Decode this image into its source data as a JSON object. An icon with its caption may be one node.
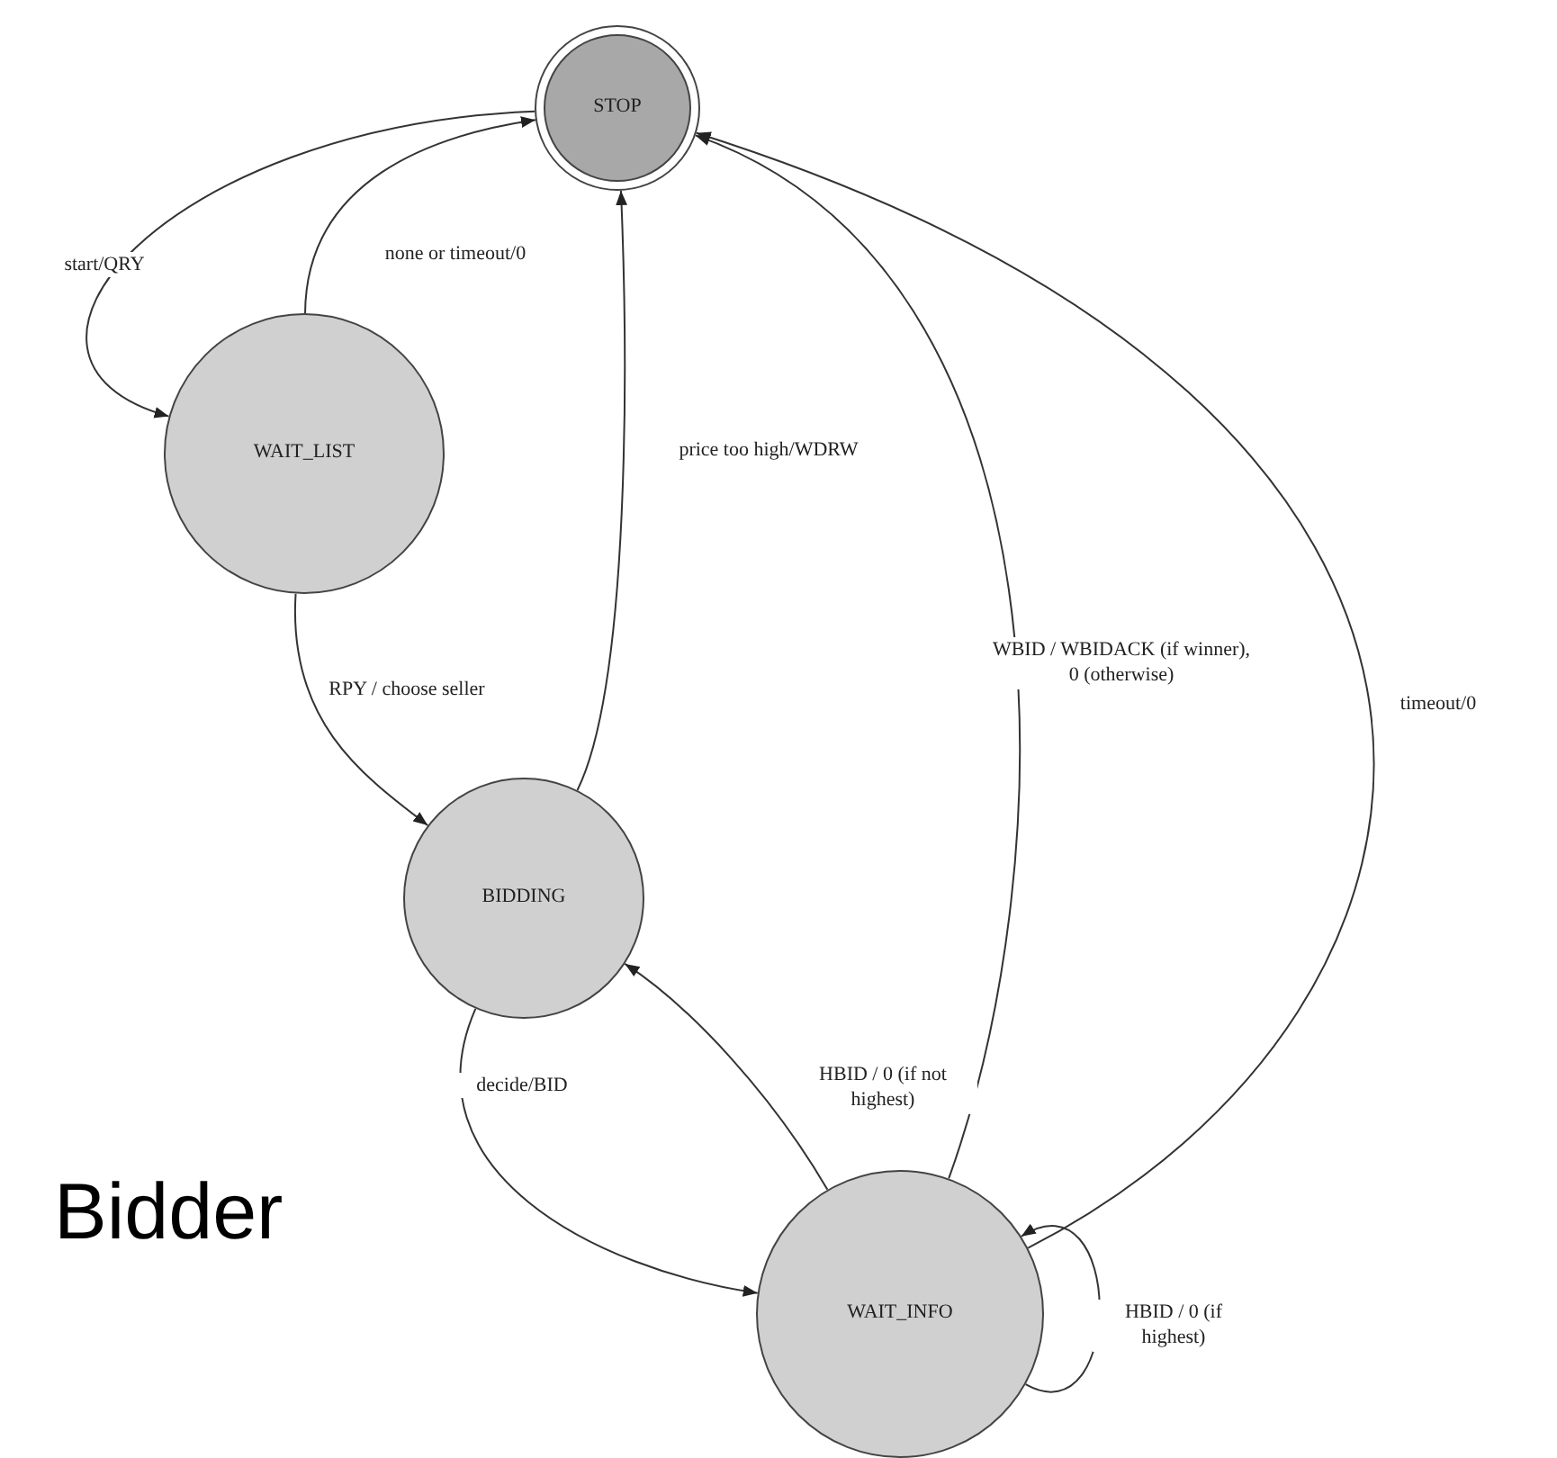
{
  "diagram": {
    "nodes": [
      {
        "text": [
          "STOP"
        ]
      },
      {
        "text": [
          "WAIT_LIST"
        ]
      },
      {
        "text": [
          "BIDDING"
        ]
      },
      {
        "text": [
          "WAIT_INFO"
        ]
      }
    ],
    "edges": [
      {
        "from": 0,
        "to": 1,
        "arrow": "to",
        "label": "start/QRY"
      },
      {
        "from": 1,
        "to": 0,
        "arrow": "to",
        "label": "none or timeout/0"
      },
      {
        "from": 1,
        "to": 2,
        "arrow": "to",
        "label": "RPY / choose seller"
      },
      {
        "from": 2,
        "to": 0,
        "arrow": "to",
        "label": "price too high/WDRW"
      },
      {
        "from": 2,
        "to": 3,
        "arrow": "to",
        "label": "decide/BID"
      },
      {
        "from": 3,
        "to": 2,
        "arrow": "to",
        "label": "HBID / 0 (if not highest)"
      },
      {
        "from": 3,
        "to": 0,
        "arrow": "to",
        "label": "WBID / WBIDACK (if winner), 0 (otherwise)"
      },
      {
        "from": 3,
        "to": 0,
        "arrow": "to",
        "label": "timeout/0"
      },
      {
        "from": 3,
        "to": 3,
        "arrow": "to",
        "label": "HBID / 0 (if highest)"
      }
    ],
    "labels": [
      "Bidder"
    ]
  }
}
